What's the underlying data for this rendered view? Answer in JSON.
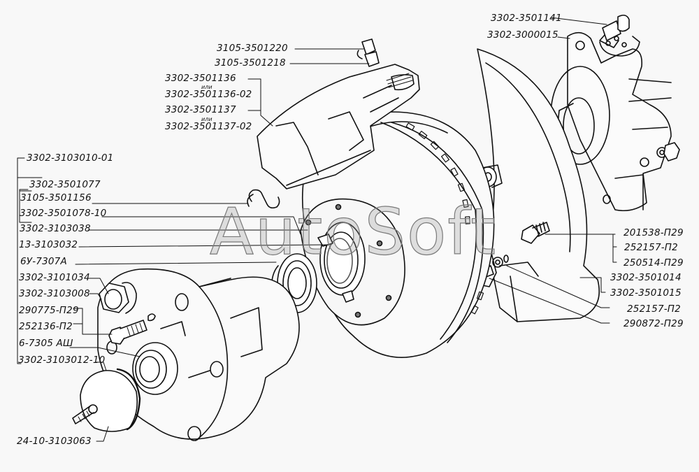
{
  "diagram": {
    "title": "Front hub and brake assembly exploded view",
    "watermark": "AutoSoft",
    "separator_word": "или",
    "labels": {
      "caliper_bleeder": "3105-3501220",
      "caliper_fitting": "3105-3501218",
      "caliper_a": "3302-3501136",
      "caliper_a_alt": "3302-3501136-02",
      "caliper_b": "3302-3501137",
      "caliper_b_alt": "3302-3501137-02",
      "hub_assembly": "3302-3103010-01",
      "pad_set": "3302-3501077",
      "spring_clip": "3105-3501156",
      "pad": "3302-3501078-10",
      "seal_ring": "3302-3103038",
      "lock_washer": "13-3103032",
      "bearing_inner": "6У-7307А",
      "hub_nut": "3302-3101034",
      "washer": "3302-3103008",
      "spring_washer": "290775-П29",
      "bolt": "252136-П2",
      "bearing_outer": "6-7305 АШ",
      "hub": "3302-3103012-10",
      "hub_cap": "24-10-3103063",
      "kingpin_bolt": "3302-3501141",
      "knuckle": "3302-3000015",
      "shield_bolt": "201538-П29",
      "shield_washer": "252157-П2",
      "shield_nut": "250514-П29",
      "shield_left": "3302-3501014",
      "shield_right": "3302-3501015",
      "bracket_washer": "252157-П2",
      "bracket_bolt": "290872-П29"
    }
  }
}
